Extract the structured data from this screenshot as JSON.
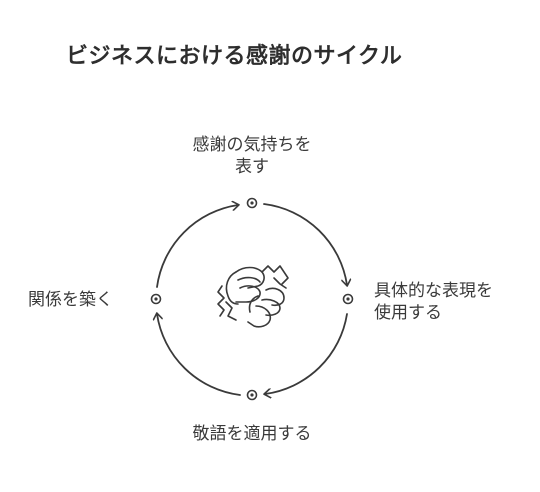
{
  "title": "ビジネスにおける感謝のサイクル",
  "nodes": {
    "top": {
      "line1": "感謝の気持ちを",
      "line2": "表す"
    },
    "right": {
      "line1": "具体的な表現を",
      "line2": "使用する"
    },
    "bottom": {
      "line1": "敬語を適用する"
    },
    "left": {
      "line1": "関係を築く"
    }
  },
  "center_icon": "fist-bump-icon",
  "colors": {
    "stroke": "#3a3a3a",
    "text": "#3a3a3a"
  }
}
